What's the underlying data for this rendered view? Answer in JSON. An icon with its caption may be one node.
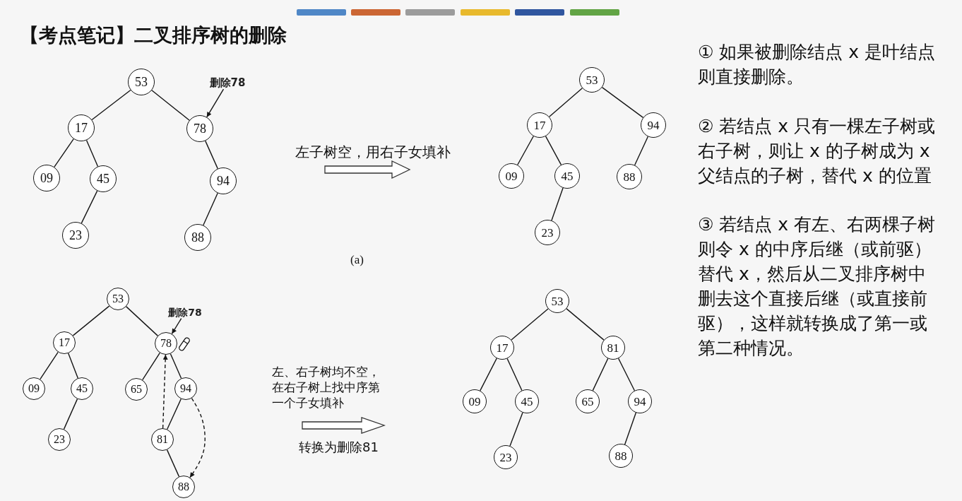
{
  "diagram": {
    "title": "【考点笔记】二叉排序树的删除",
    "nodes": [
      {
        "text": [
          "53"
        ]
      },
      {
        "text": [
          "删除78"
        ]
      },
      {
        "text": [
          "17"
        ]
      },
      {
        "text": [
          "78"
        ]
      },
      {
        "text": [
          "09"
        ]
      },
      {
        "text": [
          "45"
        ]
      },
      {
        "text": [
          "94"
        ]
      },
      {
        "text": [
          "23"
        ]
      },
      {
        "text": [
          "88"
        ]
      },
      {
        "text": [
          "53"
        ]
      },
      {
        "text": [
          "17"
        ]
      },
      {
        "text": [
          "94"
        ]
      },
      {
        "text": [
          "09"
        ]
      },
      {
        "text": [
          "45"
        ]
      },
      {
        "text": [
          "88"
        ]
      },
      {
        "text": [
          "23"
        ]
      },
      {
        "text": [
          "53"
        ]
      },
      {
        "text": [
          "删除78"
        ]
      },
      {
        "text": [
          "17"
        ]
      },
      {
        "text": [
          "78"
        ]
      },
      {
        "text": [
          "09"
        ]
      },
      {
        "text": [
          "45"
        ]
      },
      {
        "text": [
          "65"
        ]
      },
      {
        "text": [
          "94"
        ]
      },
      {
        "text": [
          "23"
        ]
      },
      {
        "text": [
          "81"
        ]
      },
      {
        "text": [
          "88"
        ]
      },
      {
        "text": [
          "53"
        ]
      },
      {
        "text": [
          "17"
        ]
      },
      {
        "text": [
          "81"
        ]
      },
      {
        "text": [
          "09"
        ]
      },
      {
        "text": [
          "45"
        ]
      },
      {
        "text": [
          "65"
        ]
      },
      {
        "text": [
          "94"
        ]
      },
      {
        "text": [
          "23"
        ]
      },
      {
        "text": [
          "88"
        ]
      }
    ],
    "edges": [
      {
        "from": 0,
        "to": 2,
        "arrow": "none"
      },
      {
        "from": 0,
        "to": 3,
        "arrow": "none"
      },
      {
        "from": 2,
        "to": 4,
        "arrow": "none"
      },
      {
        "from": 2,
        "to": 5,
        "arrow": "none"
      },
      {
        "from": 3,
        "to": 6,
        "arrow": "none"
      },
      {
        "from": 5,
        "to": 7,
        "arrow": "none"
      },
      {
        "from": 6,
        "to": 8,
        "arrow": "none"
      },
      {
        "from": 1,
        "to": 3,
        "arrow": "to"
      },
      {
        "from": 9,
        "to": 10,
        "arrow": "none"
      },
      {
        "from": 9,
        "to": 11,
        "arrow": "none"
      },
      {
        "from": 10,
        "to": 12,
        "arrow": "none"
      },
      {
        "from": 10,
        "to": 13,
        "arrow": "none"
      },
      {
        "from": 11,
        "to": 14,
        "arrow": "none"
      },
      {
        "from": 13,
        "to": 15,
        "arrow": "none"
      },
      {
        "from": 16,
        "to": 18,
        "arrow": "none"
      },
      {
        "from": 16,
        "to": 19,
        "arrow": "none"
      },
      {
        "from": 18,
        "to": 20,
        "arrow": "none"
      },
      {
        "from": 18,
        "to": 21,
        "arrow": "none"
      },
      {
        "from": 19,
        "to": 22,
        "arrow": "none"
      },
      {
        "from": 19,
        "to": 23,
        "arrow": "none"
      },
      {
        "from": 21,
        "to": 24,
        "arrow": "none"
      },
      {
        "from": 23,
        "to": 25,
        "arrow": "none"
      },
      {
        "from": 25,
        "to": 26,
        "arrow": "none"
      },
      {
        "from": 17,
        "to": 19,
        "arrow": "to"
      },
      {
        "from": 25,
        "to": 19,
        "arrow": "to",
        "style": "dashed"
      },
      {
        "from": 23,
        "to": 26,
        "arrow": "to",
        "style": "dashed"
      },
      {
        "from": 27,
        "to": 28,
        "arrow": "none"
      },
      {
        "from": 27,
        "to": 29,
        "arrow": "none"
      },
      {
        "from": 28,
        "to": 30,
        "arrow": "none"
      },
      {
        "from": 28,
        "to": 31,
        "arrow": "none"
      },
      {
        "from": 29,
        "to": 32,
        "arrow": "none"
      },
      {
        "from": 29,
        "to": 33,
        "arrow": "none"
      },
      {
        "from": 31,
        "to": 34,
        "arrow": "none"
      },
      {
        "from": 33,
        "to": 35,
        "arrow": "none"
      }
    ],
    "labels": [
      "左子树空，用右子女填补",
      "(a)",
      "左、右子树均不空，在右子树上找中序第一个子女填补",
      "转换为删除81",
      "① 如果被删除结点 x 是叶结点则直接删除。",
      "② 若结点 x 只有一棵左子树或右子树，则让 x 的子树成为 x 父结点的子树，替代 x 的位置",
      "③ 若结点 x 有左、右两棵子树则令 x 的中序后继（或前驱）替代 x，然后从二叉排序树中删去这个直接后继（或直接前驱），这样就转换成了第一或第二种情况。"
    ]
  }
}
